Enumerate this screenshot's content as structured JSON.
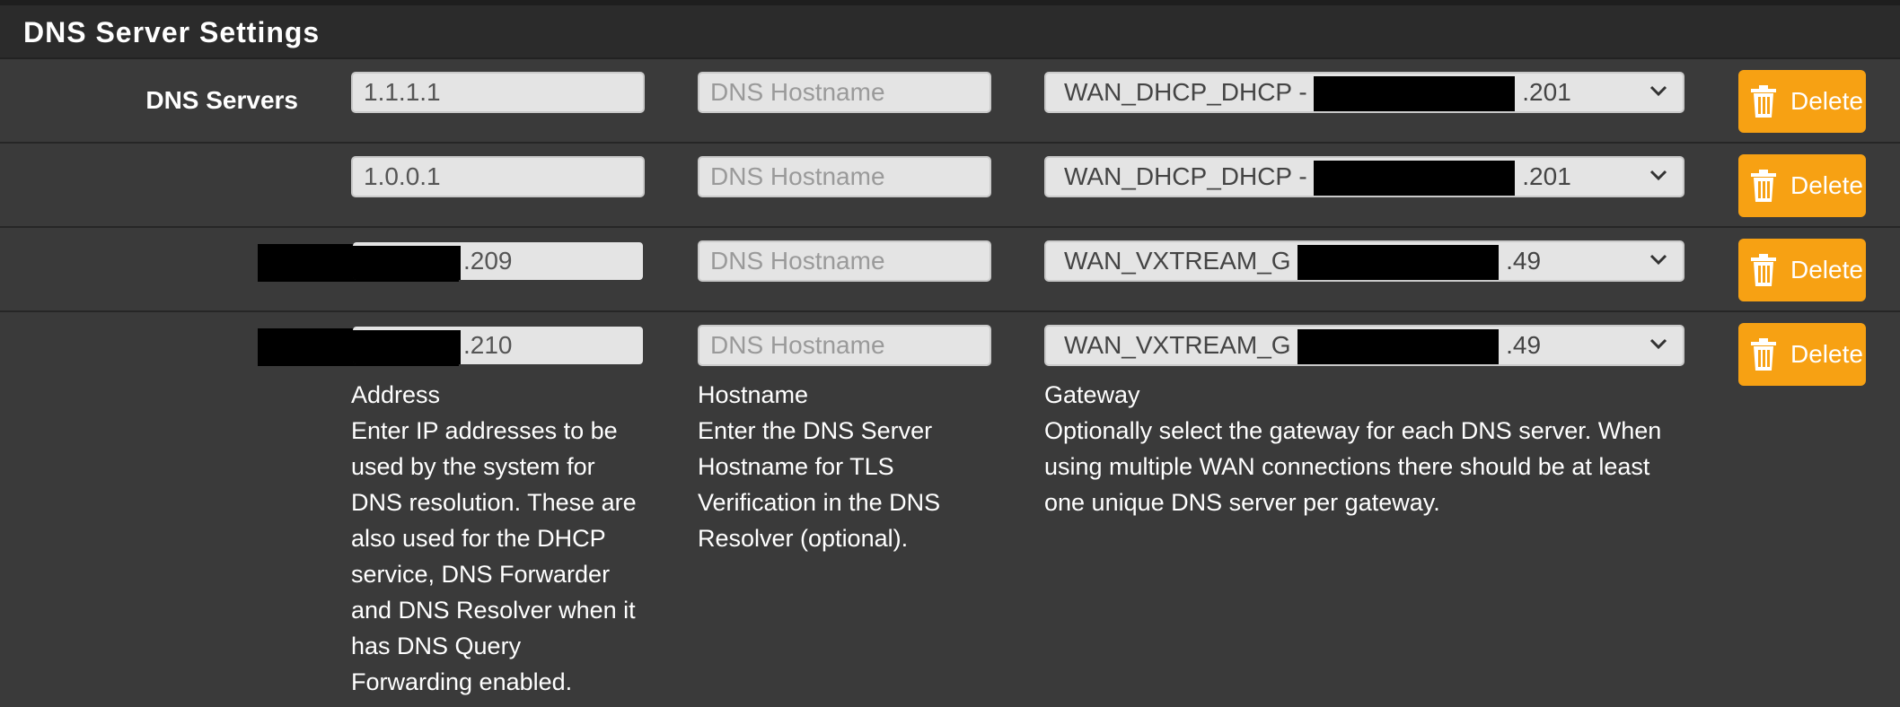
{
  "panel": {
    "title": "DNS Server Settings"
  },
  "dns_servers": {
    "label": "DNS Servers",
    "hostname_placeholder": "DNS Hostname",
    "delete_label": "Delete",
    "rows": [
      {
        "address": "1.1.1.1",
        "gateway": "WAN_DHCP_DHCP - ",
        "gateway_suffix": ".201"
      },
      {
        "address": "1.0.0.1",
        "gateway": "WAN_DHCP_DHCP - ",
        "gateway_suffix": ".201"
      },
      {
        "address_suffix": ".209",
        "gateway": "WAN_VXTREAM_G",
        "gateway_suffix": ".49"
      },
      {
        "address_suffix": ".210",
        "gateway": "WAN_VXTREAM_G",
        "gateway_suffix": ".49"
      }
    ]
  },
  "help": {
    "address": {
      "title": "Address",
      "text": "Enter IP addresses to be used by the system for DNS resolution. These are also used for the DHCP service, DNS Forwarder and DNS Resolver when it has DNS Query Forwarding enabled."
    },
    "hostname": {
      "title": "Hostname",
      "text": "Enter the DNS Server Hostname for TLS Verification in the DNS Resolver (optional)."
    },
    "gateway": {
      "title": "Gateway",
      "text": "Optionally select the gateway for each DNS server. When using multiple WAN connections there should be at least one unique DNS server per gateway."
    }
  },
  "colors": {
    "delete_button": "#f7a113",
    "background": "#3a3a3a",
    "heading": "#2b2b2b"
  }
}
